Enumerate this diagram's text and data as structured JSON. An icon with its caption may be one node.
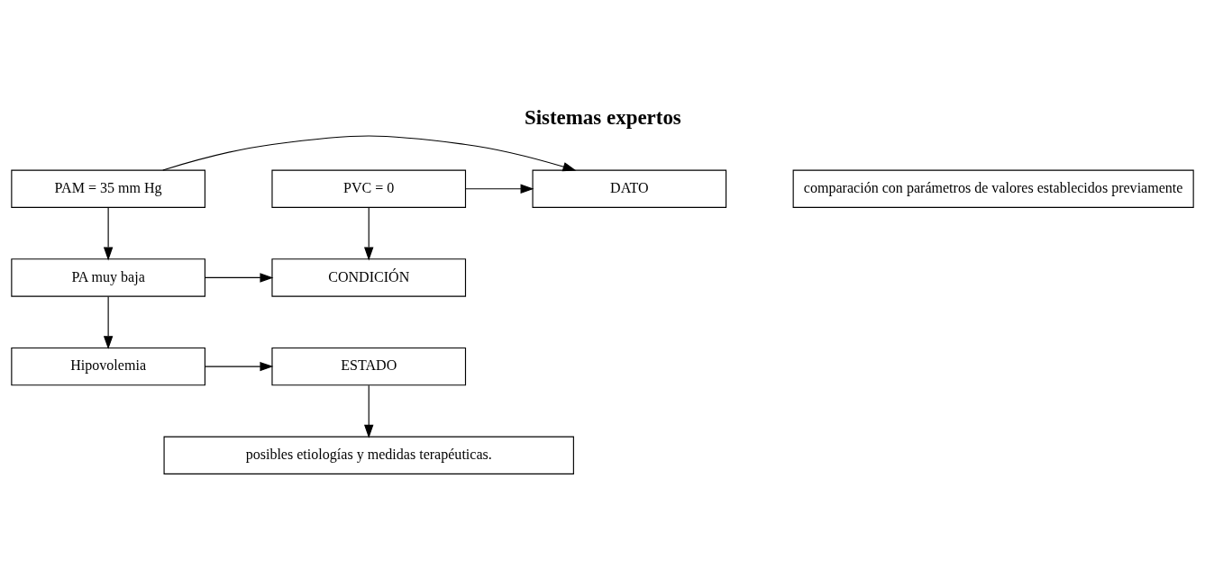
{
  "diagram": {
    "title": "Sistemas expertos",
    "nodes": [
      {
        "text": [
          "PAM = 35 mm Hg"
        ]
      },
      {
        "text": [
          "DATO"
        ]
      },
      {
        "text": [
          "PVC = 0"
        ]
      },
      {
        "text": [
          "comparación con parámetros de valores establecidos previamente"
        ]
      },
      {
        "text": [
          "PA muy baja"
        ]
      },
      {
        "text": [
          "CONDICIÓN"
        ]
      },
      {
        "text": [
          "Hipovolemia"
        ]
      },
      {
        "text": [
          "ESTADO"
        ]
      },
      {
        "text": [
          "posibles etiologías y medidas terapéuticas."
        ]
      }
    ],
    "edges": [
      {
        "from": 0,
        "to": 1,
        "arrow": "to"
      },
      {
        "from": 2,
        "to": 1,
        "arrow": "to"
      },
      {
        "from": 0,
        "to": 4,
        "arrow": "to"
      },
      {
        "from": 2,
        "to": 5,
        "arrow": "to"
      },
      {
        "from": 4,
        "to": 5,
        "arrow": "to"
      },
      {
        "from": 4,
        "to": 6,
        "arrow": "to"
      },
      {
        "from": 6,
        "to": 7,
        "arrow": "to"
      },
      {
        "from": 7,
        "to": 8,
        "arrow": "to"
      }
    ]
  }
}
